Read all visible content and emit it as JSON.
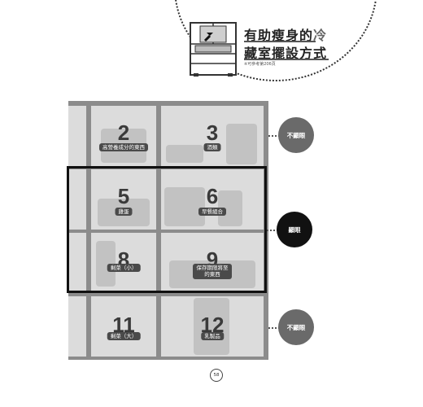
{
  "header": {
    "title_line1": "有助瘦身的",
    "title_line1_highlight": "冷",
    "title_line2": "藏室擺設方式",
    "note": "※可參考第206頁"
  },
  "zones": [
    {
      "id": "2",
      "label": "高營養成分的東西"
    },
    {
      "id": "3",
      "label": "酒類"
    },
    {
      "id": "5",
      "label": "雞蛋"
    },
    {
      "id": "6",
      "label": "早餐組合"
    },
    {
      "id": "8",
      "label": "剩菜（小）"
    },
    {
      "id": "9",
      "label": "保存期限將至的東西"
    },
    {
      "id": "11",
      "label": "剩菜（大）"
    },
    {
      "id": "12",
      "label": "乳製品"
    }
  ],
  "side_markers": {
    "top": "不顯眼",
    "middle": "顯眼",
    "bottom": "不顯眼"
  },
  "page_number": "58",
  "colors": {
    "highlight_band": "#111111",
    "muted_marker": "#6a6a6a",
    "label_bg": "#4a4a4a"
  }
}
